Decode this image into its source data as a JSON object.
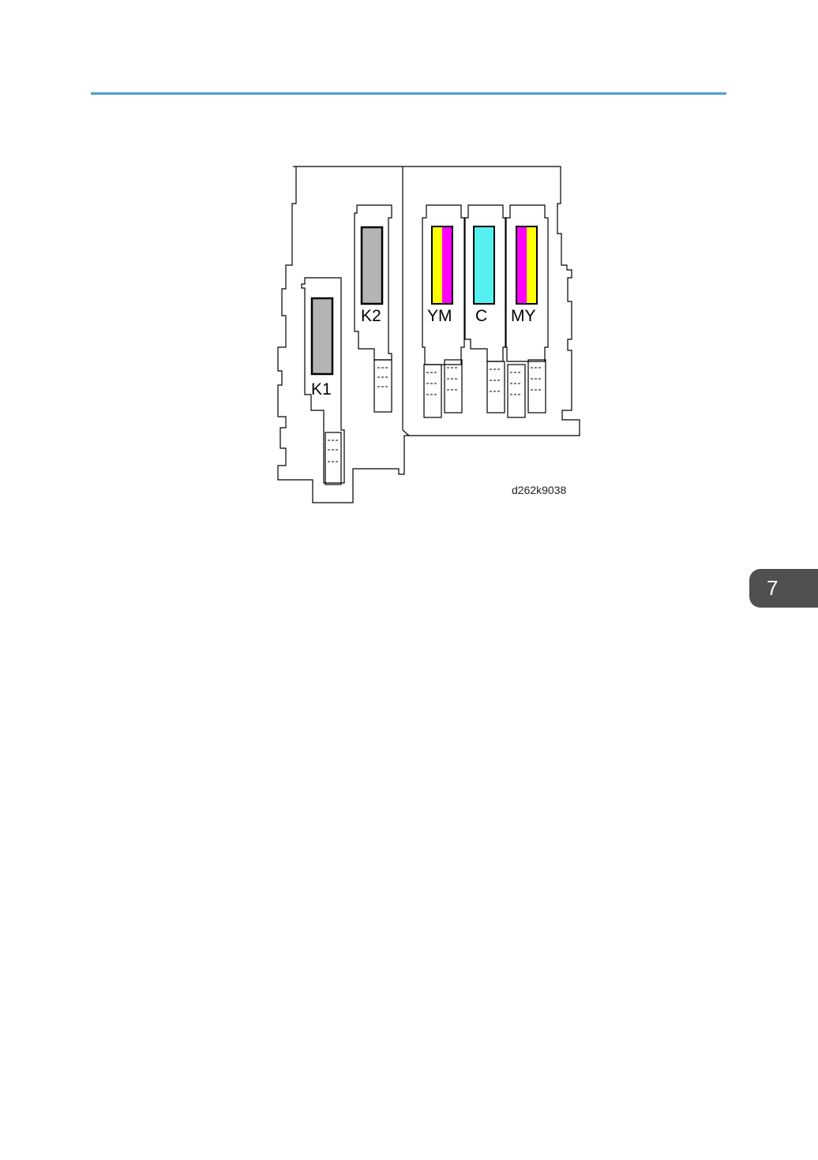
{
  "page": {
    "chapter_tab": "7"
  },
  "figure": {
    "figure_id": "d262k9038",
    "print_heads": [
      {
        "label": "K1",
        "colors": [
          "#b4b4b4"
        ]
      },
      {
        "label": "K2",
        "colors": [
          "#b4b4b4"
        ]
      },
      {
        "label": "YM",
        "colors": [
          "#ffff00",
          "#ff00ff"
        ]
      },
      {
        "label": "C",
        "colors": [
          "#55f0f0"
        ]
      },
      {
        "label": "MY",
        "colors": [
          "#ff00ff",
          "#ffff00"
        ]
      }
    ],
    "accent_color": "#4f9fd0"
  }
}
